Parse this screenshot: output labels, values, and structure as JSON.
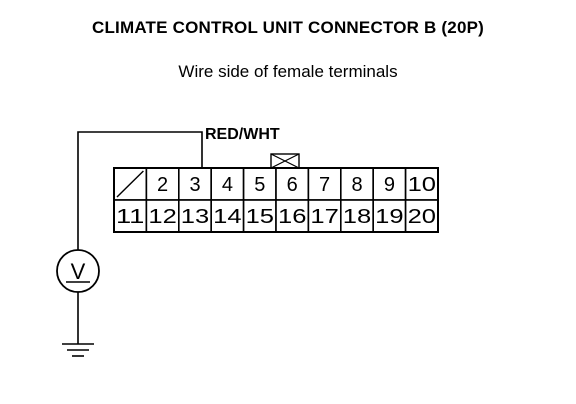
{
  "title": "CLIMATE CONTROL UNIT CONNECTOR B (20P)",
  "subtitle": "Wire side of female terminals",
  "wire_label": "RED/WHT",
  "meter_symbol": "V",
  "connector": {
    "top_row": [
      "",
      "2",
      "3",
      "4",
      "5",
      "6",
      "7",
      "8",
      "9",
      "10"
    ],
    "bottom_row": [
      "11",
      "12",
      "13",
      "14",
      "15",
      "16",
      "17",
      "18",
      "19",
      "20"
    ],
    "blank_terminal_index": 0,
    "probed_terminal": "3"
  },
  "icons": {
    "meter": "voltmeter-icon",
    "ground": "ground-icon",
    "lock_tab": "connector-lock-tab-icon"
  }
}
